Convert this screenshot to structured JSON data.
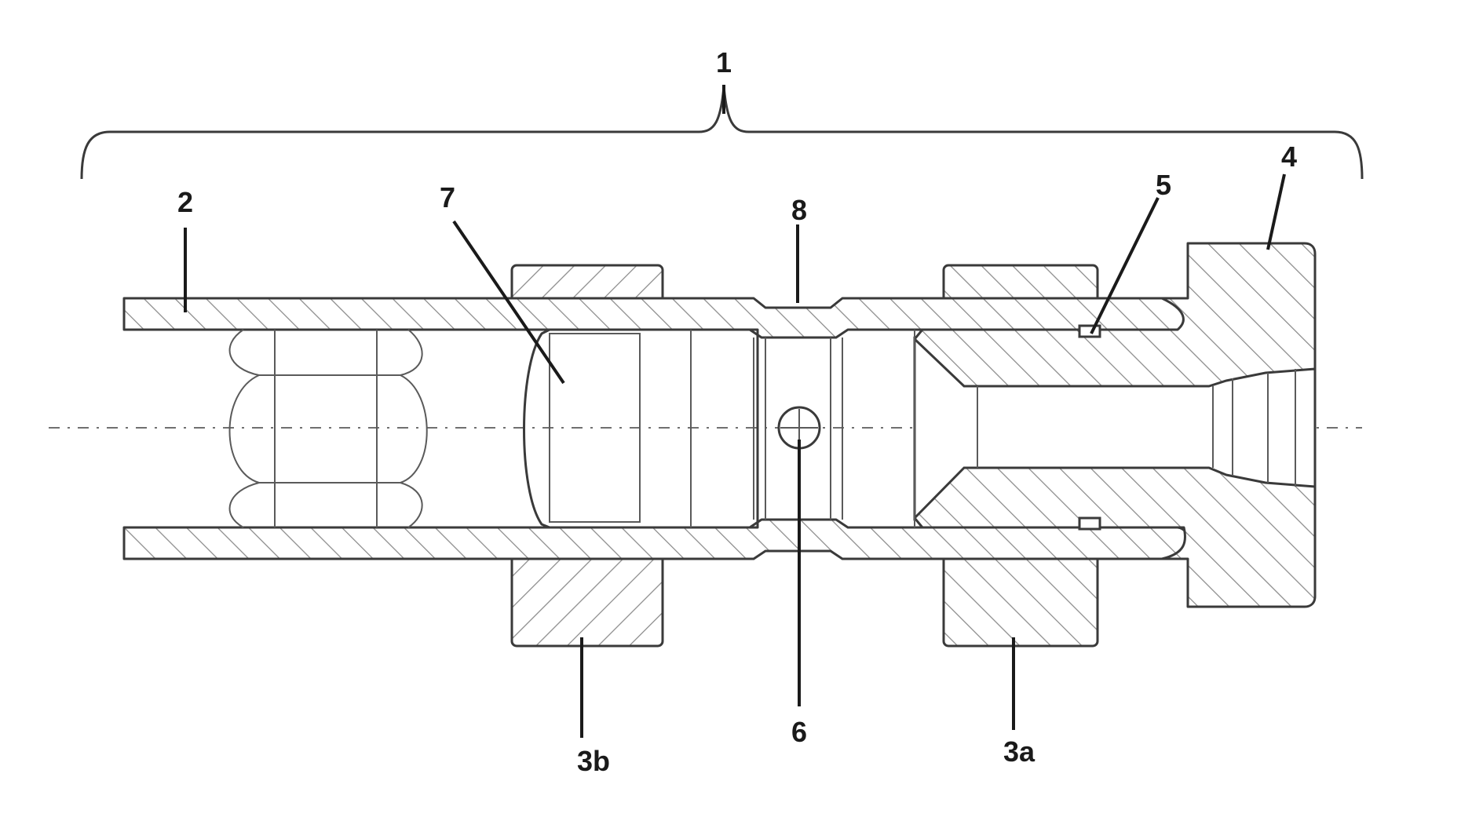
{
  "labels": {
    "assembly": "1",
    "tube": "2",
    "nut_b": "3b",
    "nut_a": "3a",
    "end_fitting": "4",
    "groove": "5",
    "pin": "6",
    "insert": "7",
    "neck": "8"
  },
  "colors": {
    "line": "#3a3a3a",
    "hatch": "#8a8a8a",
    "background": "#ffffff"
  }
}
